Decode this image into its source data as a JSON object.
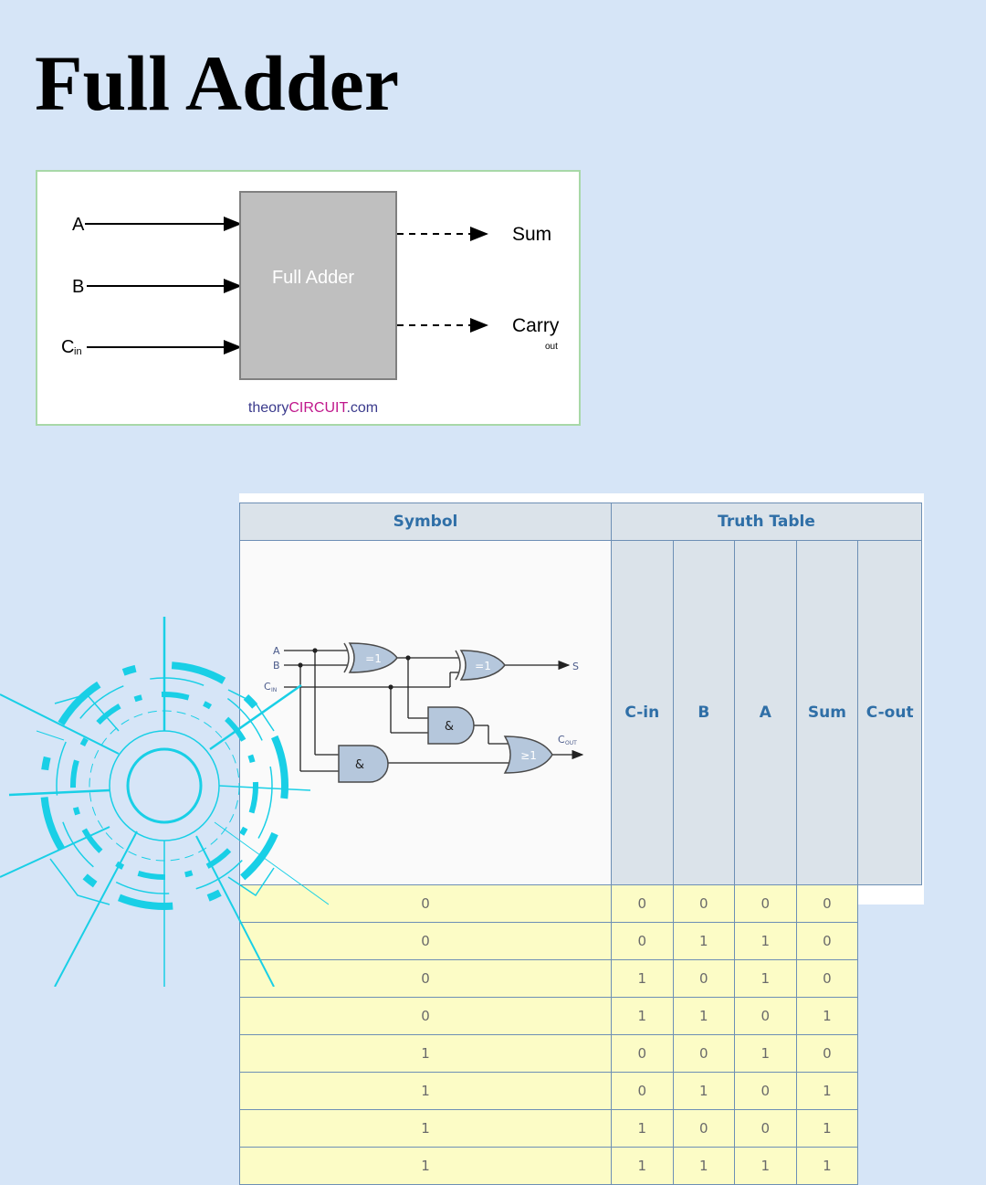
{
  "title": "Full Adder",
  "block_diagram": {
    "inputs": [
      "A",
      "B",
      "C"
    ],
    "cin_subscript": "in",
    "box_label": "Full Adder",
    "outputs": [
      "Sum",
      "Carry"
    ],
    "carry_subscript": "out",
    "credit_prefix": "theory",
    "credit_highlight": "CIRCUIT",
    "credit_suffix": ".com",
    "credit_highlight_color": "#c0188c"
  },
  "table": {
    "symbol_header": "Symbol",
    "truth_header": "Truth Table",
    "columns": [
      "C-in",
      "B",
      "A",
      "Sum",
      "C-out"
    ],
    "rows": [
      [
        "0",
        "0",
        "0",
        "0",
        "0"
      ],
      [
        "0",
        "0",
        "1",
        "1",
        "0"
      ],
      [
        "0",
        "1",
        "0",
        "1",
        "0"
      ],
      [
        "0",
        "1",
        "1",
        "0",
        "1"
      ],
      [
        "1",
        "0",
        "0",
        "1",
        "0"
      ],
      [
        "1",
        "0",
        "1",
        "0",
        "1"
      ],
      [
        "1",
        "1",
        "0",
        "0",
        "1"
      ],
      [
        "1",
        "1",
        "1",
        "1",
        "1"
      ]
    ]
  },
  "circuit": {
    "inputs": [
      "A",
      "B",
      "C"
    ],
    "cin_subscript": "IN",
    "xor_label": "=1",
    "and_label": "&",
    "or_label": "≥1",
    "sum_output": "S",
    "carry_output": "C",
    "carry_subscript": "OUT"
  }
}
